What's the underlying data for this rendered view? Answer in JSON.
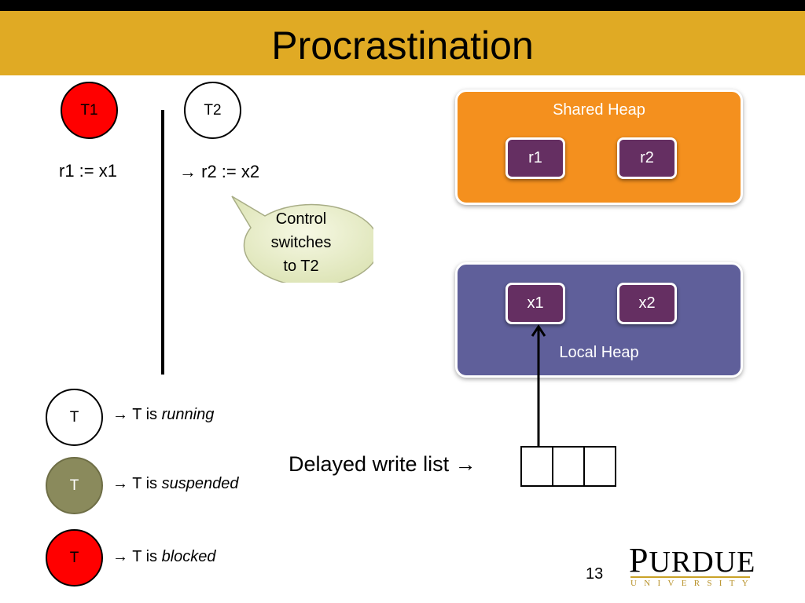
{
  "slide": {
    "title": "Procrastination",
    "page_number": "13"
  },
  "threads": {
    "t1": {
      "label": "T1",
      "statement": "r1 := x1",
      "color": "#ff0000"
    },
    "t2": {
      "label": "T2",
      "statement": "→ r2 := x2",
      "color": "#ffffff"
    }
  },
  "callout": {
    "text_lines": [
      "Control",
      "switches",
      "to T2"
    ]
  },
  "legend": {
    "running": {
      "circle": "T",
      "prefix": "→ T is ",
      "state": "running"
    },
    "suspended": {
      "circle": "T",
      "prefix": "→ T is ",
      "state": "suspended"
    },
    "blocked": {
      "circle": "T",
      "prefix": "→ T is ",
      "state": "blocked"
    }
  },
  "shared_heap": {
    "label": "Shared Heap",
    "items": [
      "r1",
      "r2"
    ],
    "color": "#f4901e"
  },
  "local_heap": {
    "label": "Local Heap",
    "items": [
      "x1",
      "x2"
    ],
    "color": "#5f5f9a"
  },
  "delayed_write_list": {
    "label": "Delayed write list →",
    "cells": 3
  },
  "logo": {
    "name_cap": "P",
    "name_rest": "URDUE",
    "sub": "UNIVERSITY"
  }
}
